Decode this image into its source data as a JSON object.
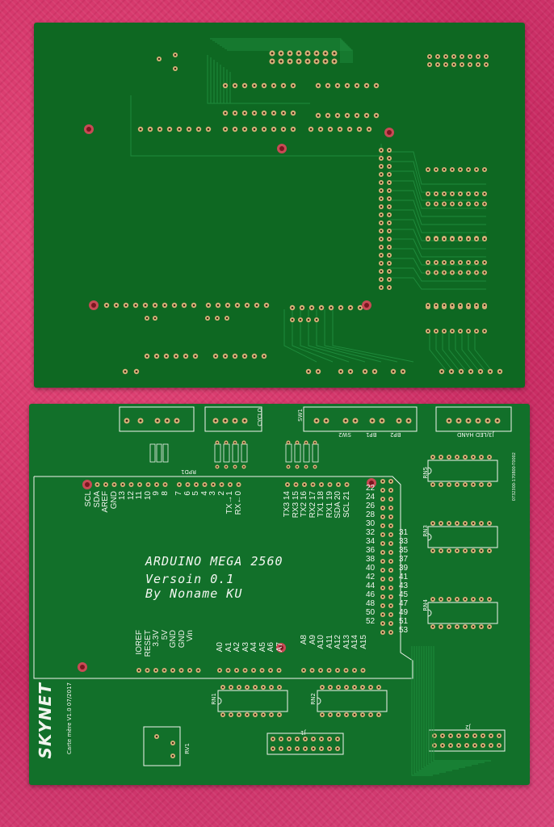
{
  "board_title": {
    "line1": "ARDUINO MEGA 2560",
    "line2": "Versoin 0.1",
    "line3": "By Noname KU"
  },
  "brand": {
    "logo_text": "SKYNET",
    "subtitle": "Carte mère V1.0 07/2017"
  },
  "connector_labels": {
    "cyclo": "CYCLO",
    "sw1": "SW1",
    "sw2": "SW2",
    "bp1": "BP1",
    "bp2": "BP2",
    "j3_led_hand": "J3/LED HAND",
    "rpd1": "RPD1",
    "rn1": "RN1",
    "rn2": "RN2",
    "rn3": "RN3",
    "rn4": "RN4",
    "rn5": "RN5",
    "rv1": "RV1",
    "j1": "J1",
    "j2": "J2",
    "serial_code": "0732300-170800-T0002"
  },
  "header_left_labels": [
    "SCL",
    "SDA",
    "AREF",
    "GND",
    "13",
    "12",
    "11",
    "10",
    "9",
    "8"
  ],
  "header_mid_labels": [
    "7",
    "6",
    "5",
    "4",
    "3",
    "2",
    "TX→1",
    "RX←0"
  ],
  "header_comm_labels": [
    "TX3 14",
    "RX3 15",
    "TX2 16",
    "RX2 17",
    "TX1 18",
    "RX1 19",
    "SDA 20",
    "SCL 21"
  ],
  "header_right_numbers_even": [
    "22",
    "24",
    "26",
    "28",
    "30",
    "32",
    "34",
    "36",
    "38",
    "40",
    "42",
    "44",
    "46",
    "48",
    "50",
    "52"
  ],
  "header_right_numbers_odd": [
    "31",
    "33",
    "35",
    "37",
    "39",
    "41",
    "43",
    "45",
    "47",
    "49",
    "51",
    "53"
  ],
  "power_labels": [
    "IOREF",
    "RESET",
    "3.3V",
    "5V",
    "GND",
    "GND",
    "Vin"
  ],
  "analog_labels_a": [
    "A0",
    "A1",
    "A2",
    "A3",
    "A4",
    "A5",
    "A6",
    "A7"
  ],
  "analog_labels_b": [
    "A8",
    "A9",
    "A10",
    "A11",
    "A12",
    "A13",
    "A14",
    "A15"
  ],
  "colors": {
    "soldermask": "#12702a",
    "silkscreen": "#f1f5ee",
    "pad_copper": "#d9b27a",
    "background_cloth": "#d6356f"
  }
}
